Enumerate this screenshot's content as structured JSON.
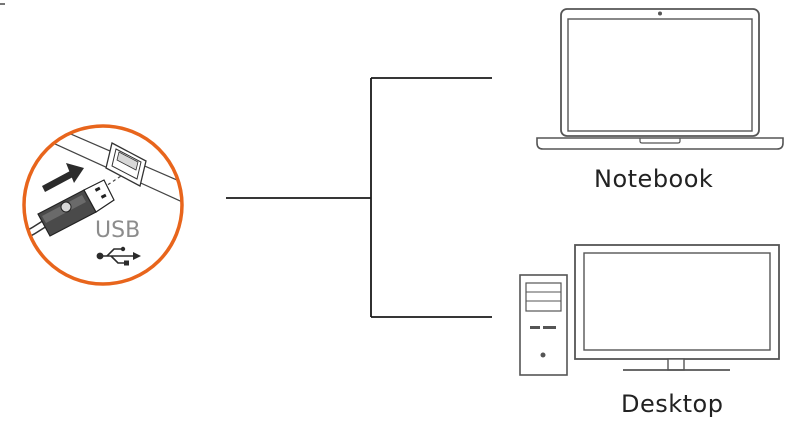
{
  "labels": {
    "notebook": "Notebook",
    "desktop": "Desktop",
    "usb": "USB"
  },
  "colors": {
    "line": "#1a1a1a",
    "device_stroke": "#555555",
    "circle_accent": "#e8651c",
    "usb_text": "#8c8c8c",
    "arrow_fill": "#2b2b2b",
    "label_text": "#222222"
  },
  "icons": {
    "usb_connector": "usb-plug-icon",
    "usb_symbol": "usb-trident-icon",
    "insert_arrow": "insert-arrow-icon",
    "notebook": "laptop-icon",
    "desktop_tower": "pc-tower-icon",
    "desktop_monitor": "monitor-icon"
  }
}
